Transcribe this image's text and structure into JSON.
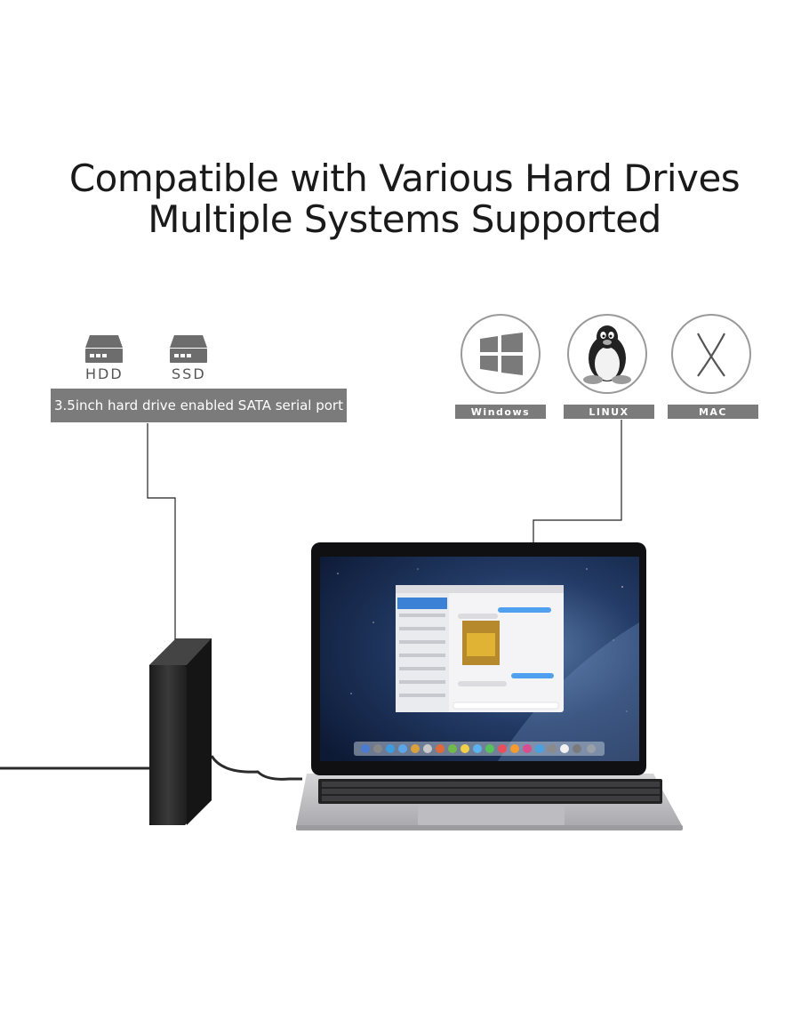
{
  "headline": {
    "line1": "Compatible with Various Hard Drives",
    "line2": "Multiple Systems Supported"
  },
  "drive_types": [
    {
      "label": "HDD",
      "icon": "hdd-icon"
    },
    {
      "label": "SSD",
      "icon": "ssd-icon"
    }
  ],
  "port_banner": "3.5inch hard drive enabled SATA serial port",
  "systems": [
    {
      "label": "Windows",
      "icon": "windows-logo-icon"
    },
    {
      "label": "LINUX",
      "icon": "linux-penguin-icon"
    },
    {
      "label": "MAC",
      "icon": "mac-x-icon"
    }
  ],
  "colors": {
    "banner_gray": "#7b7b7b",
    "enclosure_black": "#2a2a2a",
    "laptop_silver": "#c9c9cc"
  }
}
